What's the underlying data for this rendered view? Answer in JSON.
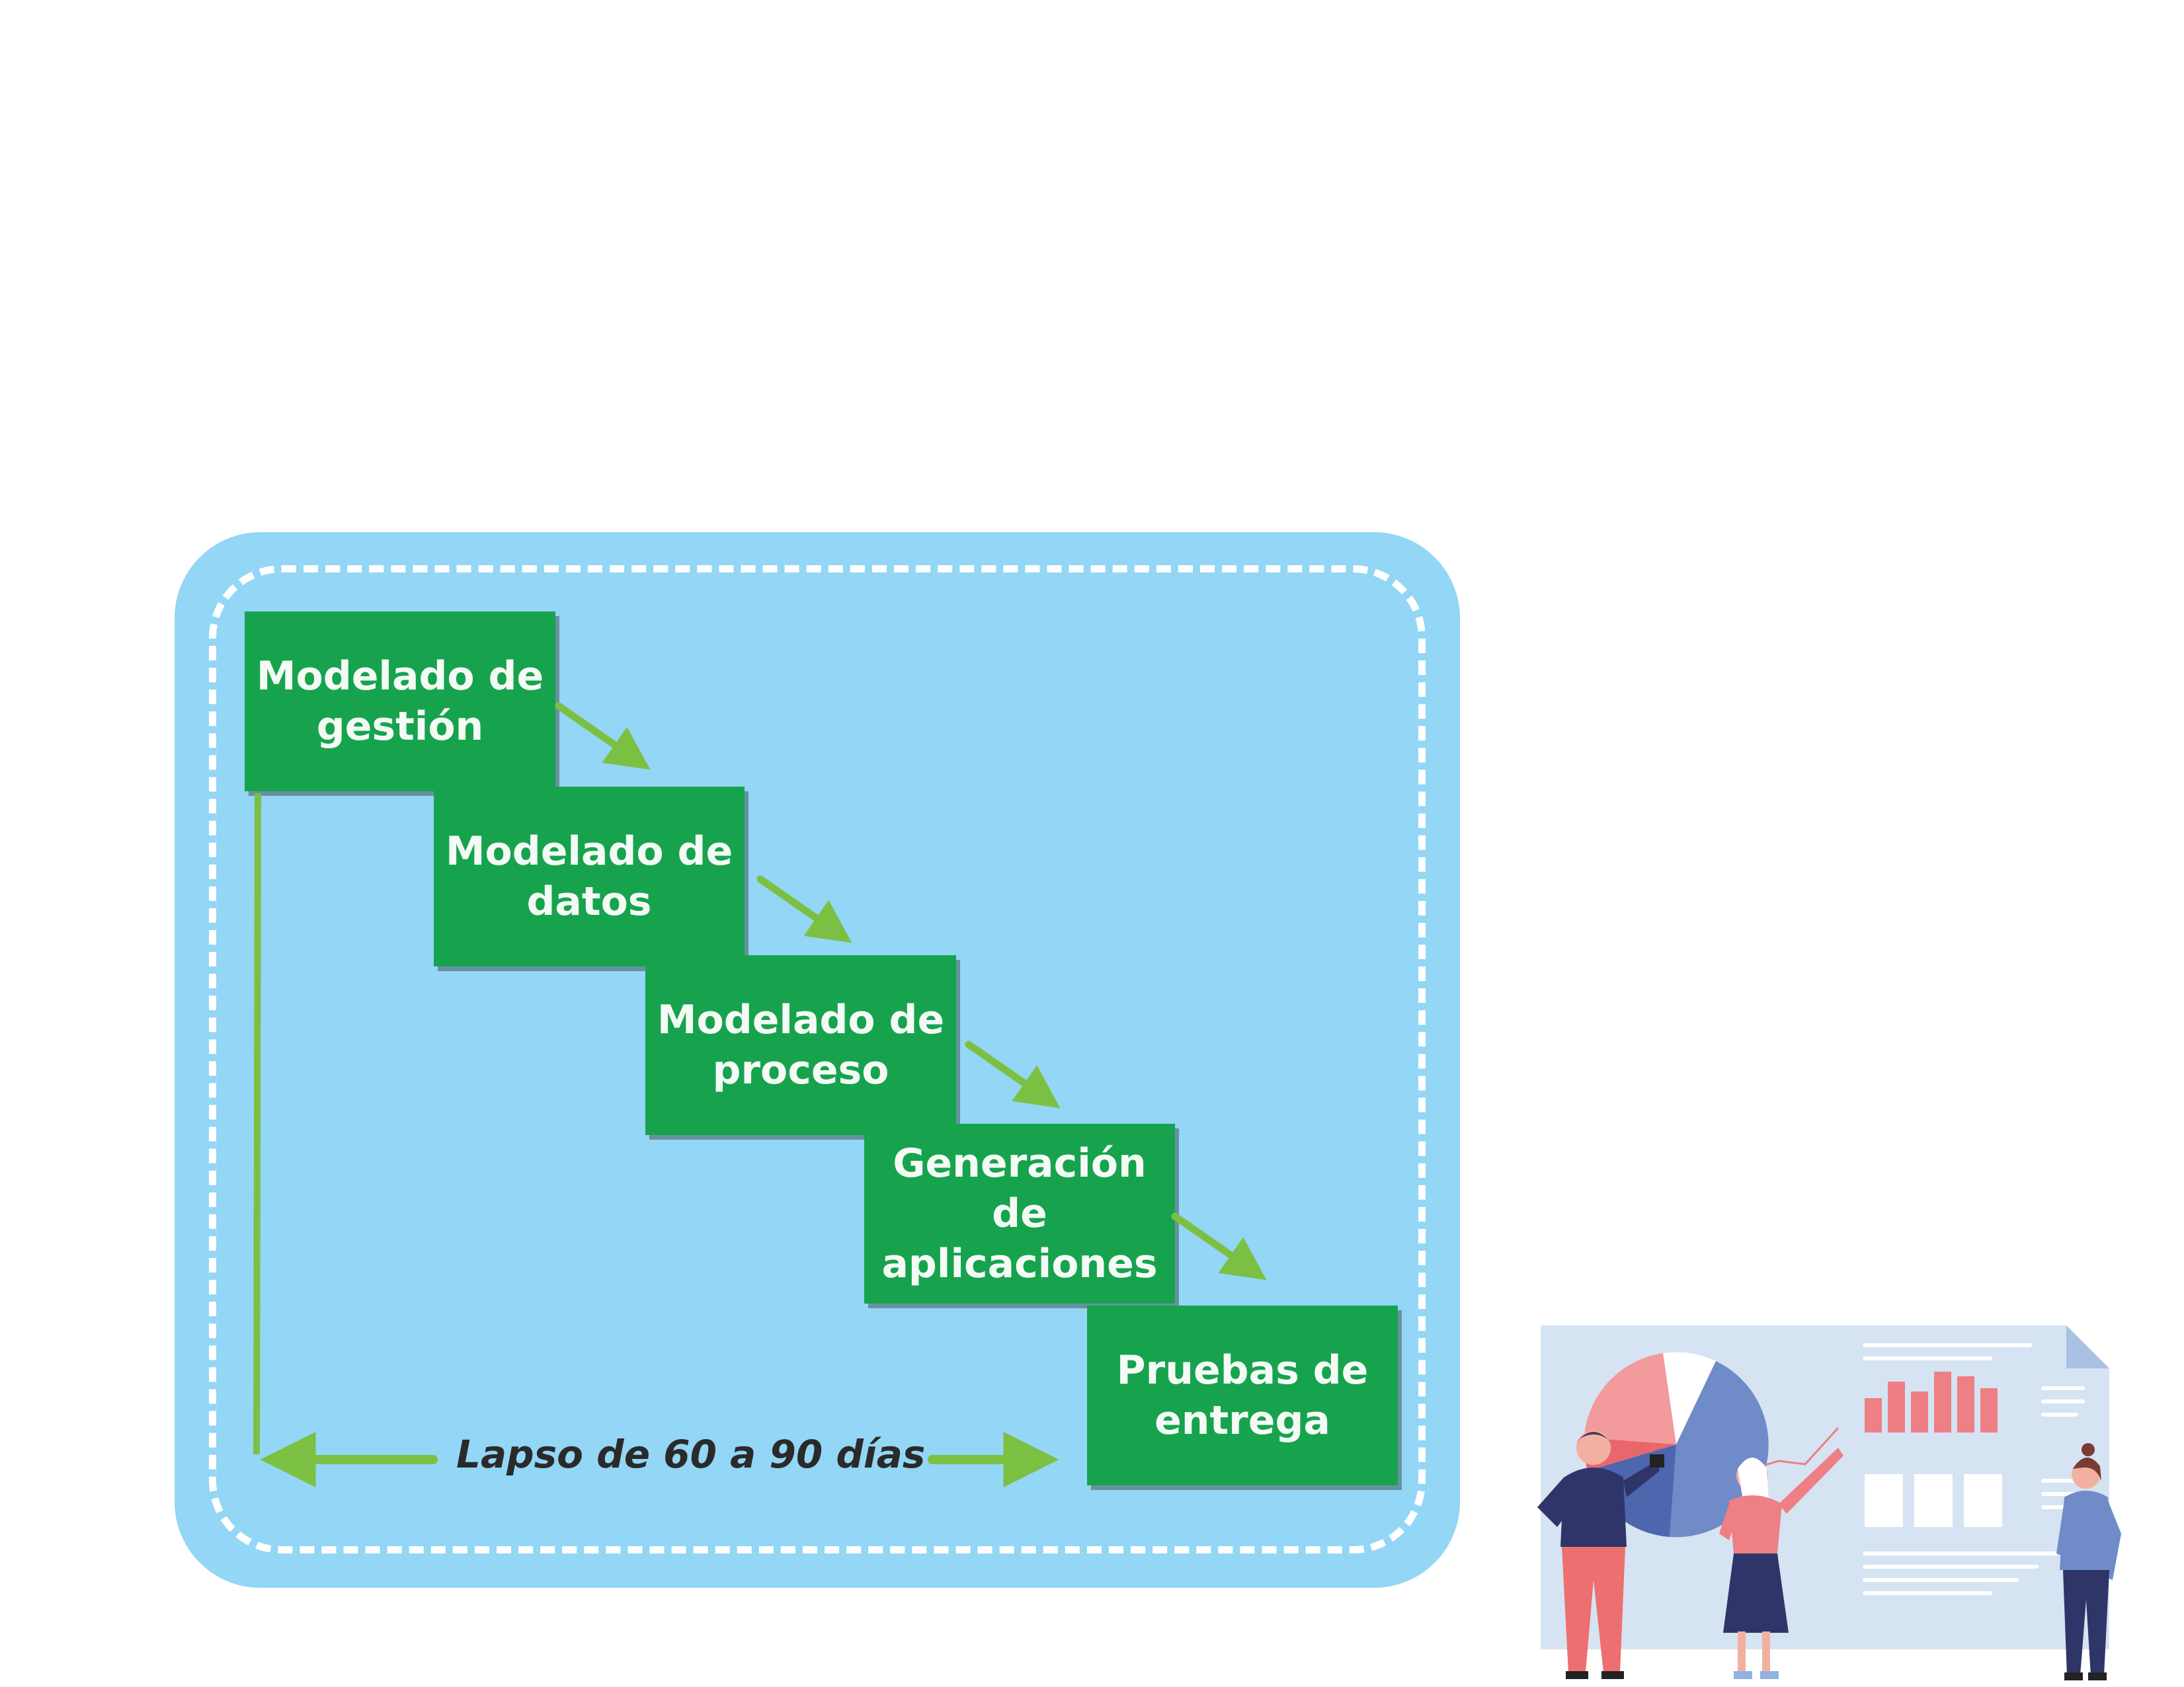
{
  "diagram": {
    "steps": [
      {
        "line1": "Modelado de",
        "line2": "gestión",
        "line3": ""
      },
      {
        "line1": "Modelado de",
        "line2": "datos",
        "line3": ""
      },
      {
        "line1": "Modelado de",
        "line2": "proceso",
        "line3": ""
      },
      {
        "line1": "Generación",
        "line2": "de",
        "line3": "aplicaciones"
      },
      {
        "line1": "Pruebas de",
        "line2": "entrega",
        "line3": ""
      }
    ],
    "timeline_label": "Lapso de 60 a 90 días"
  },
  "colors": {
    "panel_background": "#93d6f5",
    "step_box": "#17a34e",
    "arrow": "#7cc043"
  },
  "illustration": {
    "description_icon": "team-presentation-icon"
  }
}
